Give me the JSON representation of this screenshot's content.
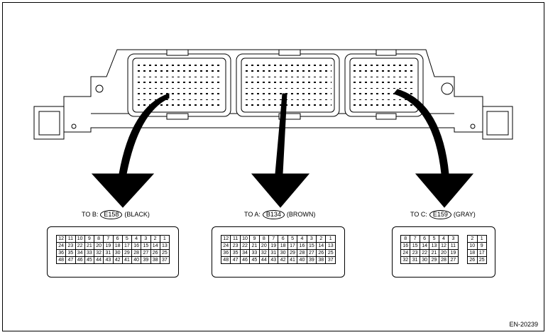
{
  "figure_id": "EN-20239",
  "connectors": [
    {
      "prefix": "TO B:",
      "code": "E158",
      "color": "(BLACK)",
      "rows": [
        [
          "12",
          "11",
          "10",
          "9",
          "8",
          "7",
          "6",
          "5",
          "4",
          "3",
          "2",
          "1"
        ],
        [
          "24",
          "23",
          "22",
          "21",
          "20",
          "19",
          "18",
          "17",
          "16",
          "15",
          "14",
          "13"
        ],
        [
          "36",
          "35",
          "34",
          "33",
          "32",
          "31",
          "30",
          "29",
          "28",
          "27",
          "26",
          "25"
        ],
        [
          "48",
          "47",
          "46",
          "45",
          "44",
          "43",
          "42",
          "41",
          "40",
          "39",
          "38",
          "37"
        ]
      ]
    },
    {
      "prefix": "TO A:",
      "code": "B134",
      "color": "(BROWN)",
      "rows": [
        [
          "12",
          "11",
          "10",
          "9",
          "8",
          "7",
          "6",
          "5",
          "4",
          "3",
          "2",
          "1"
        ],
        [
          "24",
          "23",
          "22",
          "21",
          "20",
          "19",
          "18",
          "17",
          "16",
          "15",
          "14",
          "13"
        ],
        [
          "36",
          "35",
          "34",
          "33",
          "32",
          "31",
          "30",
          "29",
          "28",
          "27",
          "26",
          "25"
        ],
        [
          "48",
          "47",
          "46",
          "45",
          "44",
          "43",
          "42",
          "41",
          "40",
          "39",
          "38",
          "37"
        ]
      ]
    },
    {
      "prefix": "TO C:",
      "code": "E159",
      "color": "(GRAY)",
      "rows": [
        [
          "8",
          "7",
          "6",
          "5",
          "4",
          "3",
          "",
          "2",
          "1"
        ],
        [
          "16",
          "15",
          "14",
          "13",
          "12",
          "11",
          "",
          "10",
          "9"
        ],
        [
          "24",
          "23",
          "22",
          "21",
          "20",
          "19",
          "",
          "18",
          "17"
        ],
        [
          "32",
          "31",
          "30",
          "29",
          "28",
          "27",
          "",
          "26",
          "25"
        ]
      ]
    }
  ]
}
